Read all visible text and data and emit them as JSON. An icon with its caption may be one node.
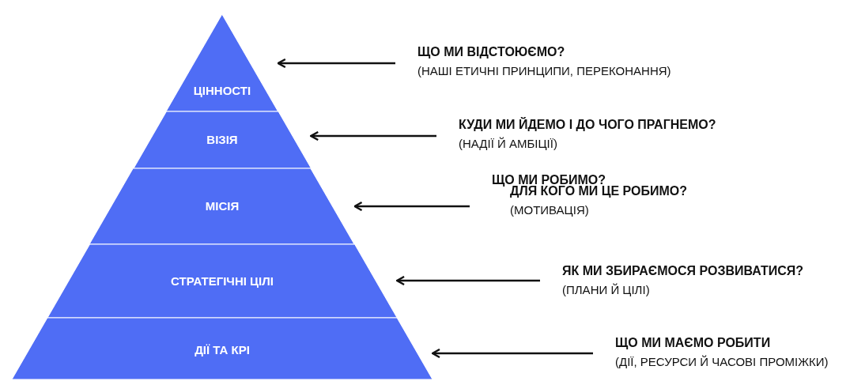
{
  "diagram": {
    "nodes": [
      {
        "text": [
          "ЦІННОСТІ"
        ]
      },
      {
        "text": [
          "ВІЗІЯ"
        ]
      },
      {
        "text": [
          "МІСІЯ"
        ]
      },
      {
        "text": [
          "СТРАТЕГІЧНІ ЦІЛІ"
        ]
      },
      {
        "text": [
          "ДІЇ ТА КРІ"
        ]
      },
      {
        "text": [
          "ЩО МИ ВІДСТОЮЄМО?",
          "(НАШІ ЕТИЧНІ ПРИНЦИПИ, ПЕРЕКОНАННЯ)"
        ]
      },
      {
        "text": [
          "КУДИ МИ ЙДЕМО І ДО ЧОГО ПРАГНЕМО?",
          "(НАДІЇ Й АМБІЦІЇ)"
        ]
      },
      {
        "text": [
          "ЩО МИ РОБИМО?",
          "ДЛЯ КОГО МИ ЦЕ РОБИМО?",
          "(МОТИВАЦІЯ)"
        ]
      },
      {
        "text": [
          "ЯК МИ ЗБИРАЄМОСЯ РОЗВИВАТИСЯ?",
          "(ПЛАНИ Й ЦІЛІ)"
        ]
      },
      {
        "text": [
          "ЩО МИ МАЄМО РОБИТИ",
          "(ДІЇ, РЕСУРСИ Й ЧАСОВІ ПРОМІЖКИ)"
        ]
      }
    ],
    "edges": [
      {
        "from": 5,
        "to": 0,
        "arrow": "to"
      },
      {
        "from": 6,
        "to": 1,
        "arrow": "to"
      },
      {
        "from": 7,
        "to": 2,
        "arrow": "to"
      },
      {
        "from": 8,
        "to": 3,
        "arrow": "to"
      },
      {
        "from": 9,
        "to": 4,
        "arrow": "to"
      }
    ]
  }
}
